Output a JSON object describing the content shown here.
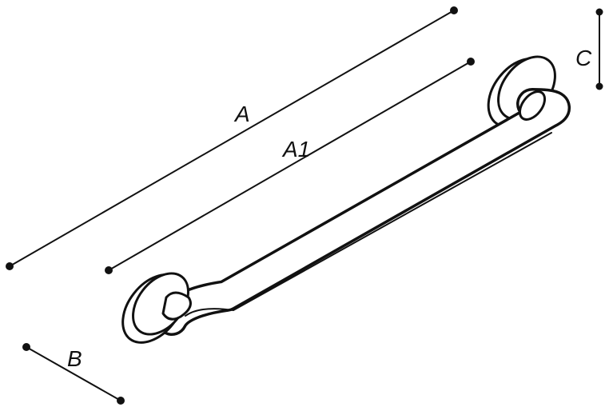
{
  "labels": {
    "a": "A",
    "a1": "A1",
    "b": "B",
    "c": "C"
  },
  "colors": {
    "stroke": "#111111",
    "fill": "#ffffff"
  }
}
